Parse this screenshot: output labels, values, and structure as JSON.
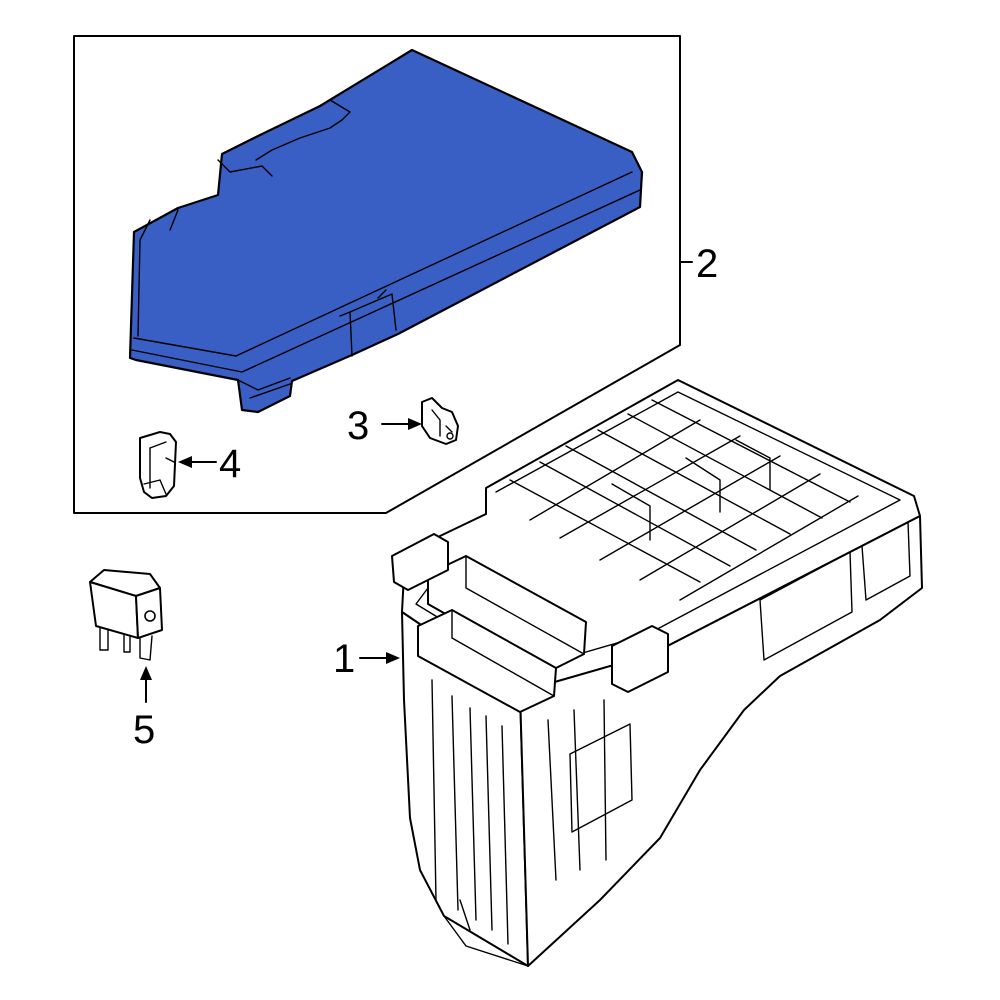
{
  "diagram": {
    "kind": "exploded-parts-diagram",
    "highlight_color": "#3A5FC4",
    "line_color": "#000000",
    "background": "#FFFFFF",
    "callouts": [
      {
        "id": "1",
        "label": "1",
        "part": "fuse-relay-box-housing"
      },
      {
        "id": "2",
        "label": "2",
        "part": "fuse-box-cover",
        "highlighted": true
      },
      {
        "id": "3",
        "label": "3",
        "part": "small-clip"
      },
      {
        "id": "4",
        "label": "4",
        "part": "fuse-puller"
      },
      {
        "id": "5",
        "label": "5",
        "part": "relay"
      }
    ]
  }
}
